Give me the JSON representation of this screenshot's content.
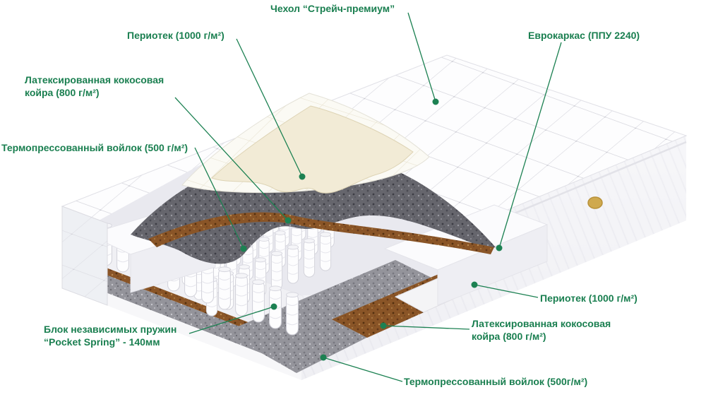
{
  "diagram": {
    "accent_color": "#1a7f50",
    "labels": {
      "cover": {
        "text": "Чехол “Стрейч-премиум”"
      },
      "periotek_top": {
        "text": "Периотек (1000 г/м²)"
      },
      "eurocarcass": {
        "text": "Еврокаркас (ППУ 2240)"
      },
      "coir_left": {
        "text": "Латексированная кокосовая\nкойра (800 г/м²)"
      },
      "felt_left": {
        "text": "Термопрессованный войлок (500 г/м²)"
      },
      "springs": {
        "text": "Блок независимых пружин\n“Pocket Spring” - 140мм"
      },
      "periotek_right": {
        "text": "Периотек (1000 г/м²)"
      },
      "coir_right": {
        "text": "Латексированная кокосовая\nкойра (800 г/м²)"
      },
      "felt_right": {
        "text": "Термопрессованный войлок (500г/м²)"
      }
    },
    "materials": {
      "coir_brown": "#8a5527",
      "felt_gray": "#94949b",
      "dark_felt_gray": "#66666d",
      "foam_cream": "#f2ebd6",
      "fabric_white": "#ffffff",
      "logo_gold": "#cfa94e"
    }
  }
}
